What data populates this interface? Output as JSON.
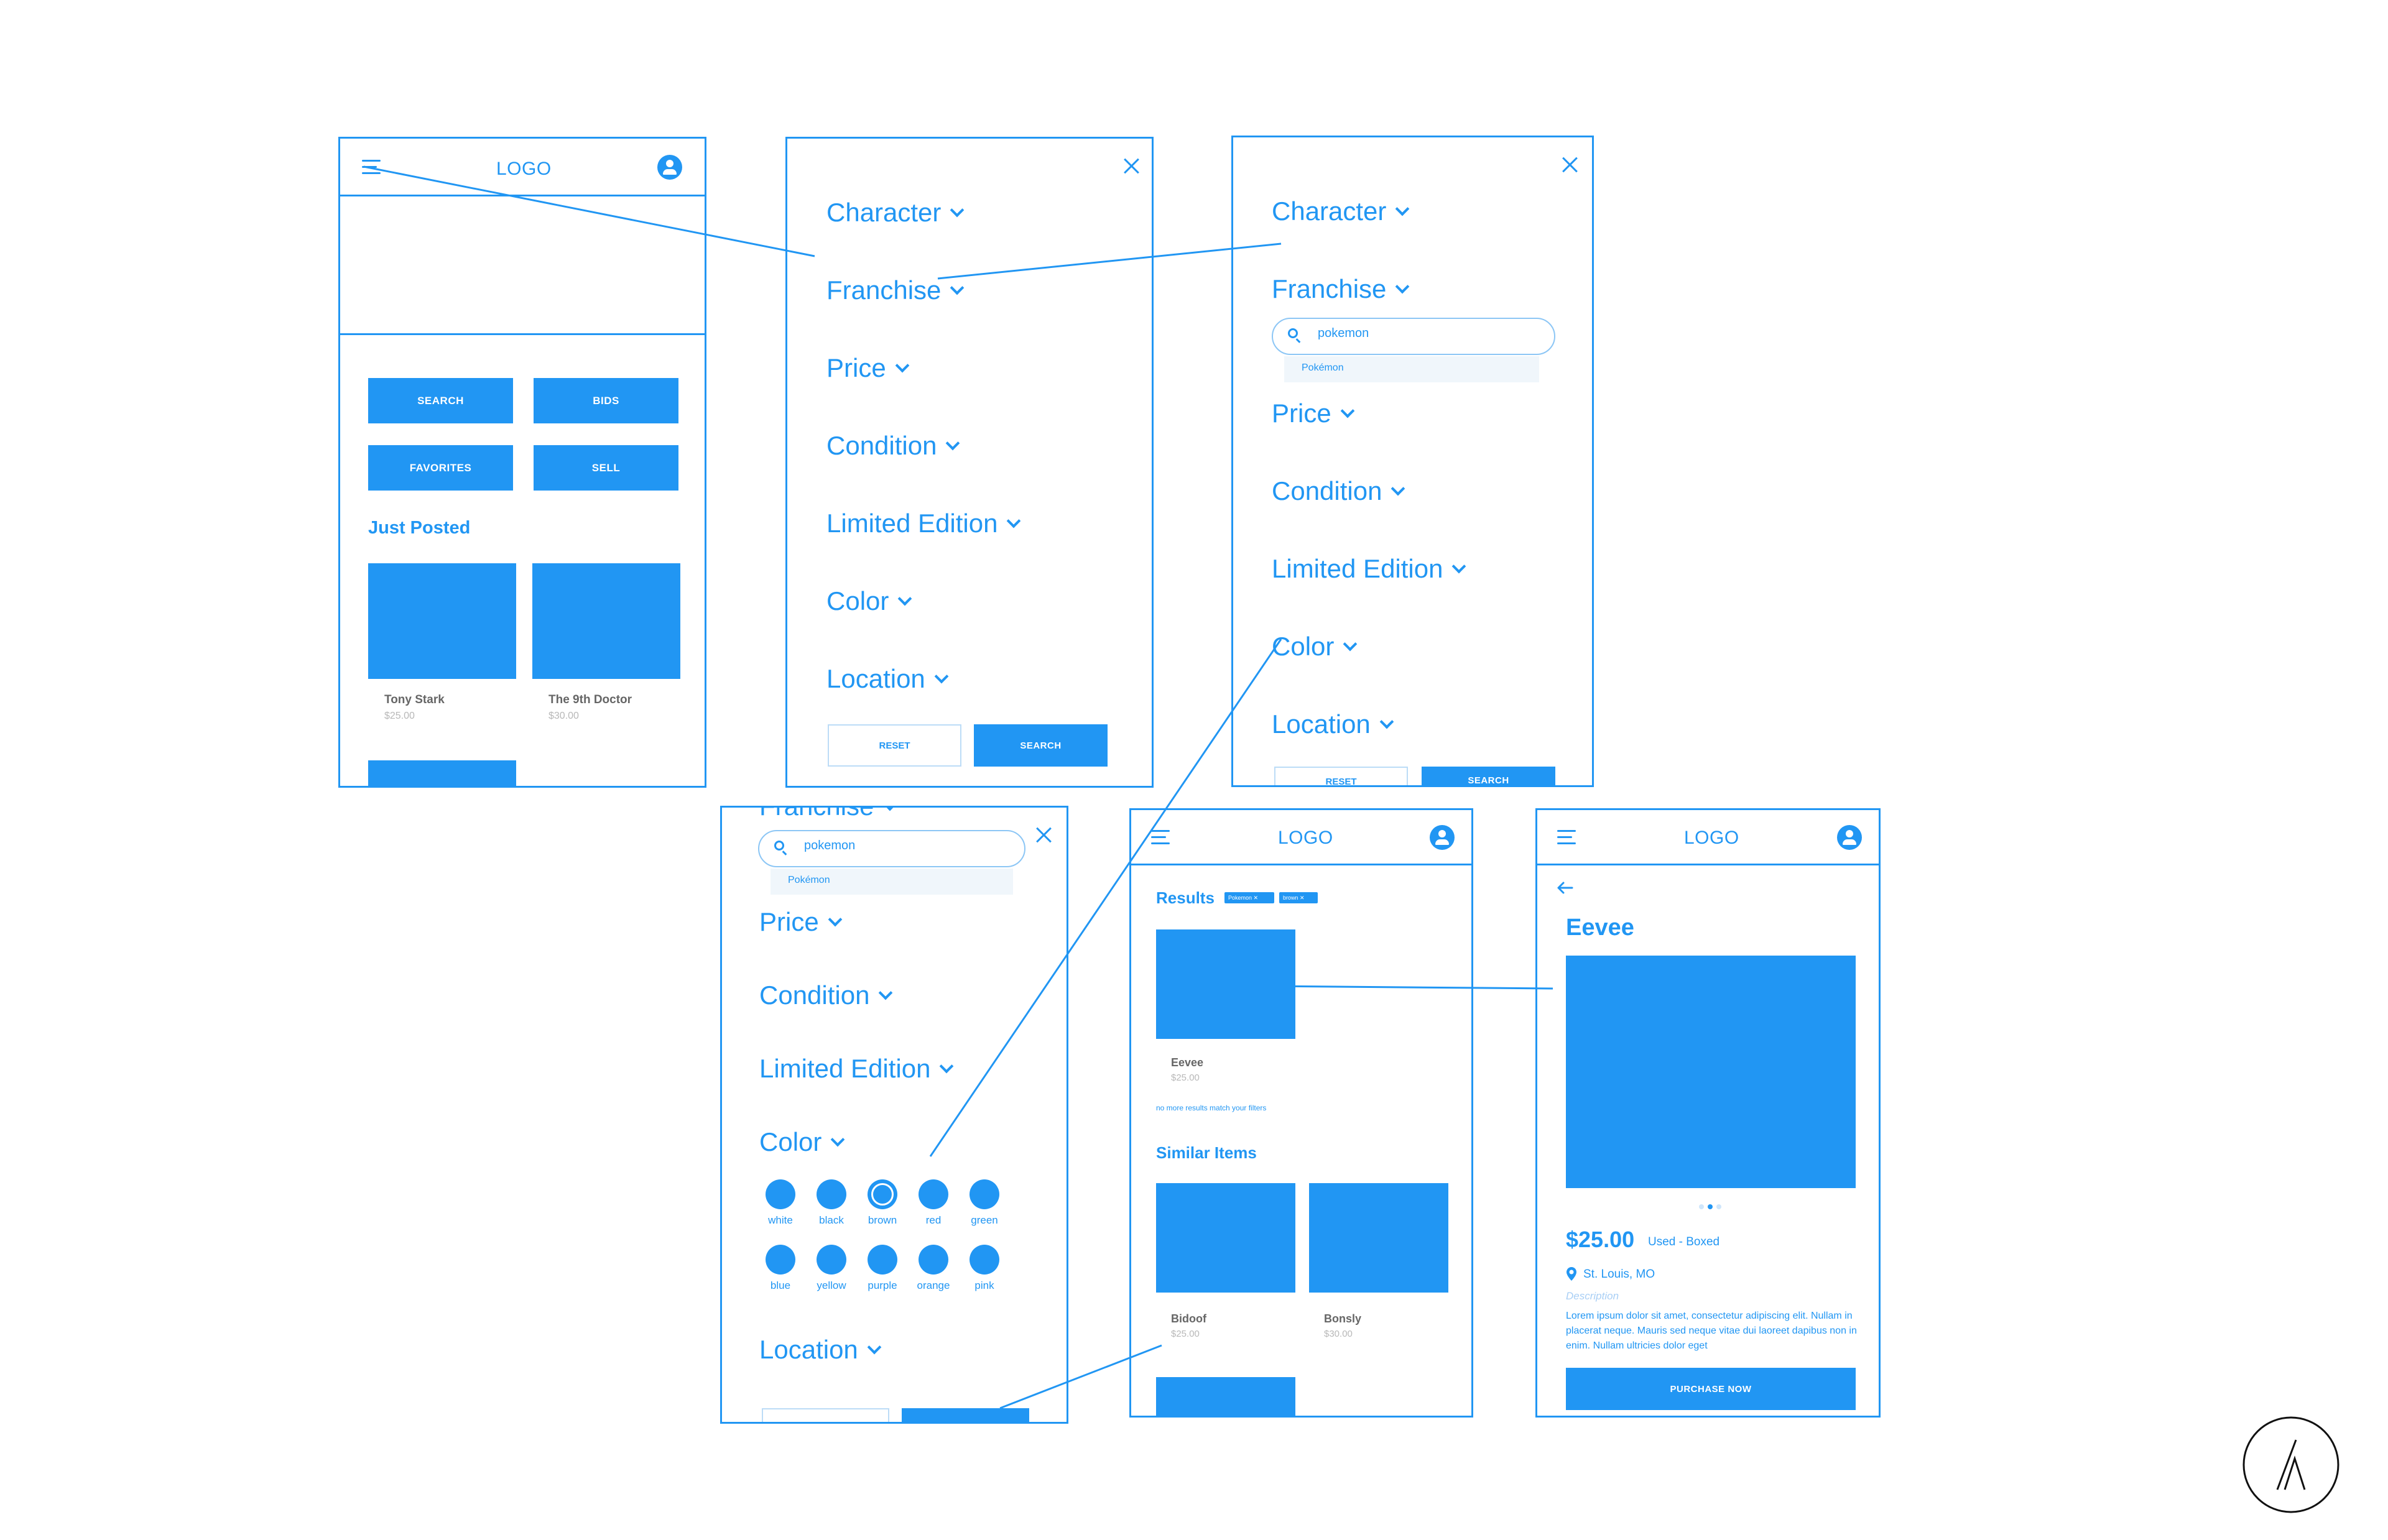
{
  "colors": {
    "accent": "#2196F3",
    "muted_text": "#666666",
    "price_text": "#b8b8b8"
  },
  "screen_home": {
    "logo": "LOGO",
    "buttons": [
      "SEARCH",
      "BIDS",
      "FAVORITES",
      "SELL"
    ],
    "section_title": "Just Posted",
    "items": [
      {
        "title": "Tony Stark",
        "price": "$25.00"
      },
      {
        "title": "The 9th Doctor",
        "price": "$30.00"
      }
    ]
  },
  "screen_filters": {
    "filters": [
      "Character",
      "Franchise",
      "Price",
      "Condition",
      "Limited Edition",
      "Color",
      "Location"
    ],
    "reset_label": "RESET",
    "search_label": "SEARCH"
  },
  "screen_franchise": {
    "filters_top": [
      "Character",
      "Franchise"
    ],
    "search_value": "pokemon",
    "suggestion": "Pokémon",
    "filters_bottom": [
      "Price",
      "Condition",
      "Limited Edition",
      "Color",
      "Location"
    ],
    "reset_label": "RESET",
    "search_label": "SEARCH"
  },
  "screen_color": {
    "filter_top": "Franchise",
    "search_value": "pokemon",
    "suggestion": "Pokémon",
    "filters_mid": [
      "Price",
      "Condition",
      "Limited Edition",
      "Color"
    ],
    "colors_row1": [
      "white",
      "black",
      "brown",
      "red",
      "green"
    ],
    "colors_row2": [
      "blue",
      "yellow",
      "purple",
      "orange",
      "pink"
    ],
    "selected_color": "brown",
    "filter_bottom": "Location"
  },
  "screen_results": {
    "logo": "LOGO",
    "results_title": "Results",
    "chips": [
      "Pokemon ✕",
      "brown ✕"
    ],
    "result_item": {
      "title": "Eevee",
      "price": "$25.00"
    },
    "no_more_text": "no more results match your filters",
    "similar_title": "Similar Items",
    "similar_items": [
      {
        "title": "Bidoof",
        "price": "$25.00"
      },
      {
        "title": "Bonsly",
        "price": "$30.00"
      }
    ]
  },
  "screen_detail": {
    "logo": "LOGO",
    "title": "Eevee",
    "price": "$25.00",
    "condition": "Used - Boxed",
    "location": "St. Louis, MO",
    "description_label": "Description",
    "description": "Lorem ipsum dolor sit amet, consectetur adipiscing elit. Nullam in placerat neque. Mauris sed neque vitae dui laoreet dapibus non in enim. Nullam ultricies dolor eget",
    "purchase_label": "PURCHASE NOW",
    "carousel_active": 2,
    "carousel_count": 3
  }
}
